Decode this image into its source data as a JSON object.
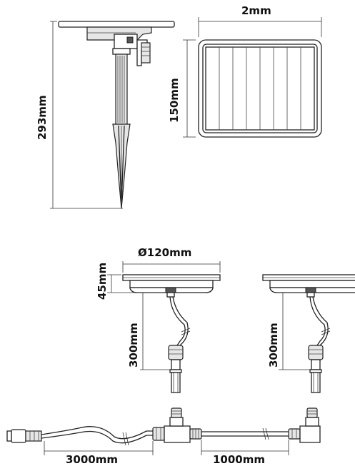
{
  "colors": {
    "line": "#222222",
    "background": "#ffffff",
    "dimension": "#333333"
  },
  "dimensions": {
    "stake_height": "293mm",
    "panel_thickness": "2mm",
    "panel_height": "150mm",
    "light_diameter": "Ø120mm",
    "light_height": "45mm",
    "cable_left": "300mm",
    "cable_right": "300mm",
    "main_cable": "3000mm",
    "extension_cable": "1000mm"
  }
}
